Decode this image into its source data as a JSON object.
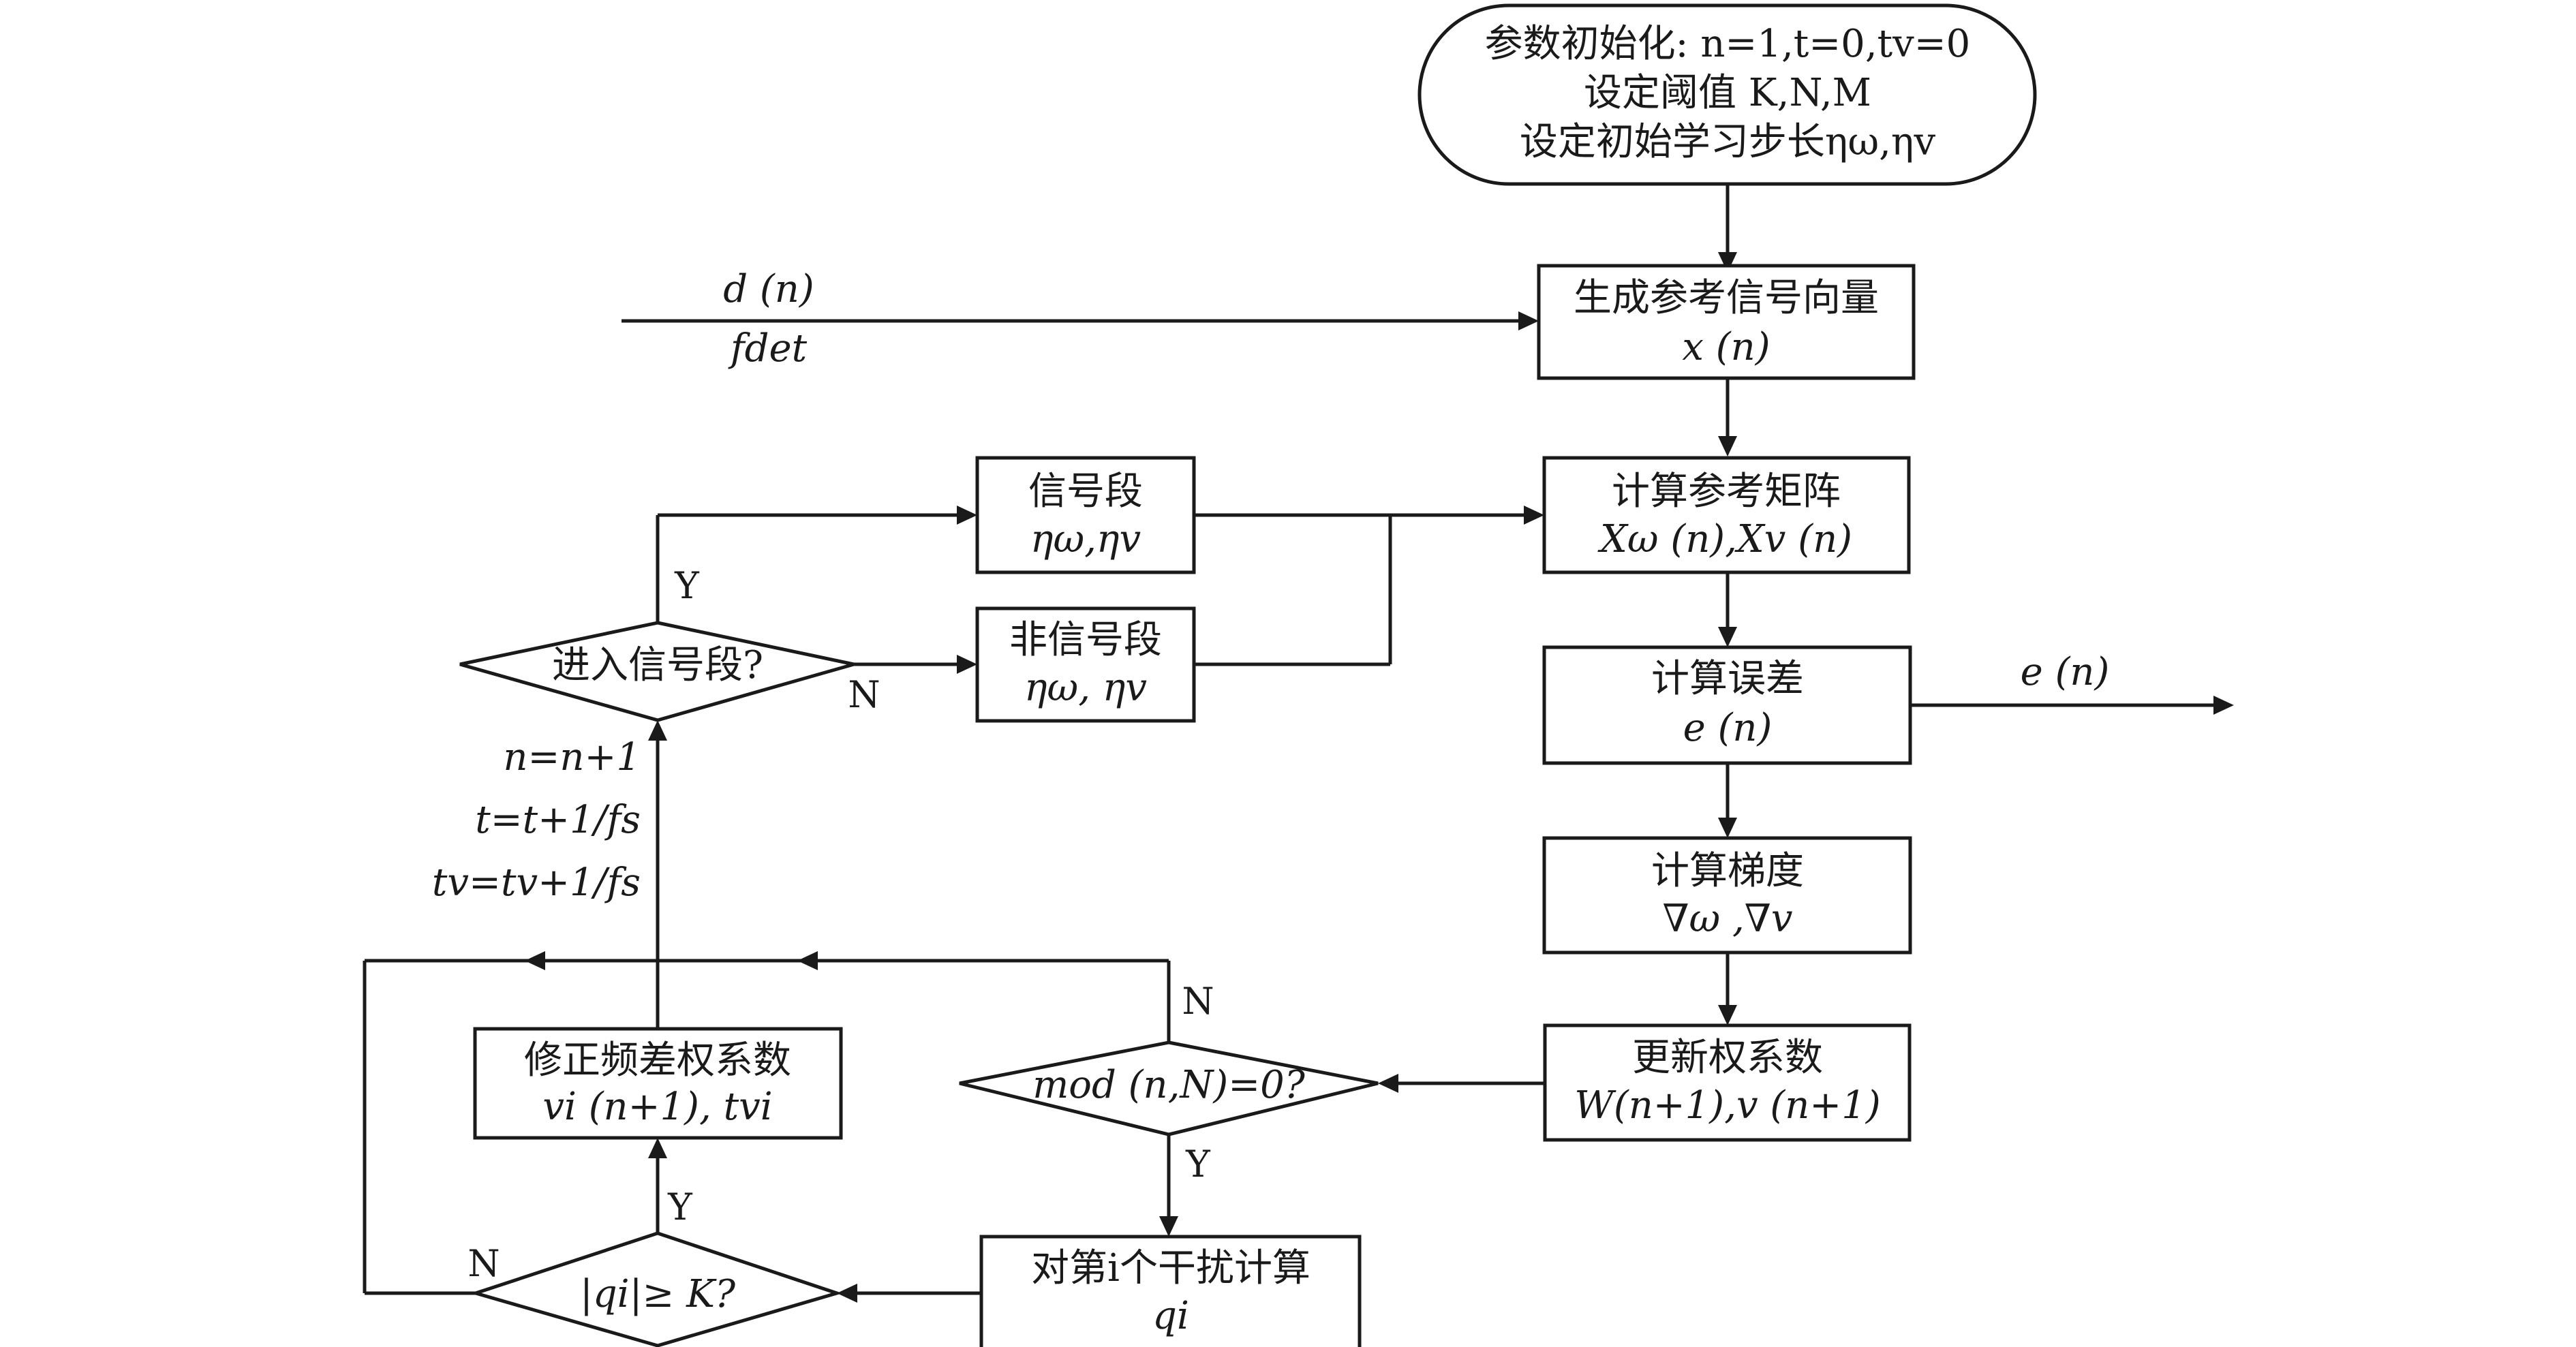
{
  "flowchart": {
    "start": {
      "line1": "参数初始化: n=1,t=0,tv=0",
      "line2": "设定阈值 K,N,M",
      "line3": "设定初始学习步长ηω,ηv"
    },
    "gen_ref": {
      "line1": "生成参考信号向量",
      "line2": "x (n)"
    },
    "input_d": "d (n)",
    "input_f": "fdet",
    "calc_ref_matrix": {
      "line1": "计算参考矩阵",
      "line2": "Xω (n),Xv (n)"
    },
    "signal_seg": {
      "line1": "信号段",
      "line2": "ηω,ηv"
    },
    "nonsignal_seg": {
      "line1": "非信号段",
      "line2": "ηω, ηv"
    },
    "decision_enter": "进入信号段?",
    "label_Y_enter": "Y",
    "label_N_enter": "N",
    "calc_error": {
      "line1": "计算误差",
      "line2": "e (n)"
    },
    "output_e": "e (n)",
    "calc_gradient": {
      "line1": "计算梯度",
      "line2": "∇ω ,∇v"
    },
    "update_weights": {
      "line1": "更新权系数",
      "line2": "W(n+1),v (n+1)"
    },
    "decision_mod": "mod (n,N)=0?",
    "label_N_mod": "N",
    "label_Y_mod": "Y",
    "interference": {
      "line1": "对第i个干扰计算",
      "line2": "qi"
    },
    "decision_q": "|qi|≥ K?",
    "label_N_q": "N",
    "label_Y_q": "Y",
    "correct_freq": {
      "line1": "修正频差权系数",
      "line2": "vi (n+1), tvi"
    },
    "update_n": "n=n+1",
    "update_t": "t=t+1/fs",
    "update_tv": "tv=tv+1/fs"
  }
}
